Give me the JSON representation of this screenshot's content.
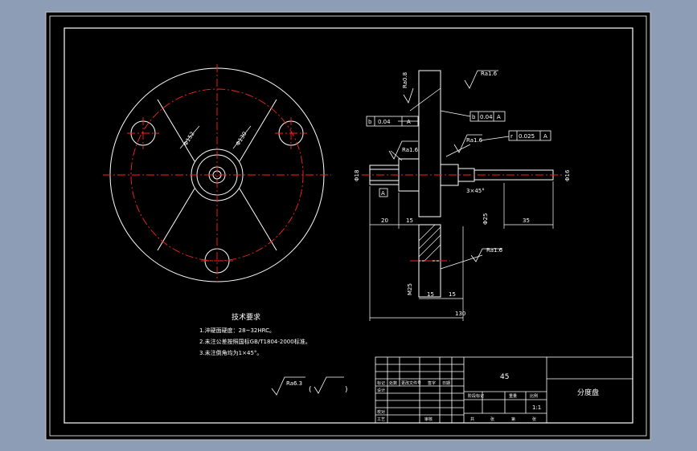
{
  "drawing": {
    "colors": {
      "window_bg": "#8c9db5",
      "paper": "#000000",
      "lines": "#ffffff",
      "centerlines": "#ff2020"
    },
    "front_view": {
      "dim_1": "Φ152",
      "dim_2": "Φ130"
    },
    "side_view": {
      "roughness": [
        "Ra1.6",
        "Ra1.6",
        "Ra1.6",
        "Ra1.6"
      ],
      "fcf_1": [
        "0.04",
        "A"
      ],
      "fcf_2": [
        "0.04",
        "A"
      ],
      "fcf_3": [
        "0.025",
        "A"
      ],
      "datum": "A",
      "chamfer": "3×45°",
      "dims": {
        "d20": "20",
        "d15a": "15",
        "d35": "35",
        "d15b": "15",
        "d15c": "15",
        "d130": "130",
        "m25": "M25",
        "left_dia": "Φ18",
        "right_dia": "Φ16",
        "rough_small": "Ra0.8",
        "bore": "Φ25"
      }
    },
    "tech_req": {
      "title": "技术要求",
      "items": [
        "1.淬硬面硬度：28~32HRC。",
        "2.未注公差按照国标GB/T1804-2000标准。",
        "3.未注倒角均为1×45°。"
      ]
    },
    "surface_note": {
      "value": "Ra6.3",
      "paren_open": "(",
      "paren_close": ")"
    },
    "title_block": {
      "material": "45",
      "part_name": "分度盘",
      "scale": "1:1",
      "labels": [
        "标记",
        "处数",
        "更改文件号",
        "签字",
        "日期",
        "设计",
        "校对",
        "审核",
        "工艺",
        "阶段标记",
        "重量",
        "比例",
        "共",
        "张",
        "第",
        "张"
      ]
    }
  }
}
